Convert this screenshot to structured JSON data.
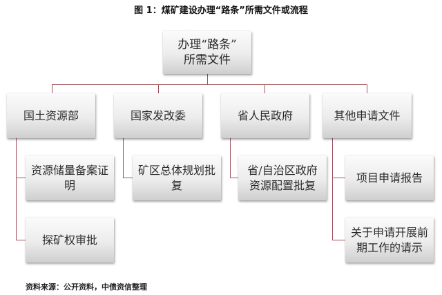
{
  "title": "图 1：煤矿建设办理“路条”所需文件或流程",
  "root": {
    "line1": "办理“路条”",
    "line2": "所需文件"
  },
  "level1": [
    {
      "label": "国土资源部"
    },
    {
      "label": "国家发改委"
    },
    {
      "label": "省人民政府"
    },
    {
      "label": "其他申请文件"
    }
  ],
  "children": {
    "land_resources": [
      {
        "line1": "资源储量备案证",
        "line2": "明"
      },
      {
        "line1": "探矿权审批",
        "line2": ""
      }
    ],
    "ndrc": [
      {
        "line1": "矿区总体规划批",
        "line2": "复"
      }
    ],
    "provincial_gov": [
      {
        "line1": "省/自治区政府",
        "line2": "资源配置批复"
      }
    ],
    "other_docs": [
      {
        "line1": "项目申请报告",
        "line2": ""
      },
      {
        "line1": "关于申请开展前",
        "line2": "期工作的请示"
      }
    ]
  },
  "footer": "资料来源：公开资料，中债资信整理",
  "colors": {
    "connector": "#a0525a",
    "box_top": "#fbfbfb",
    "box_bottom": "#cfcfcf"
  }
}
